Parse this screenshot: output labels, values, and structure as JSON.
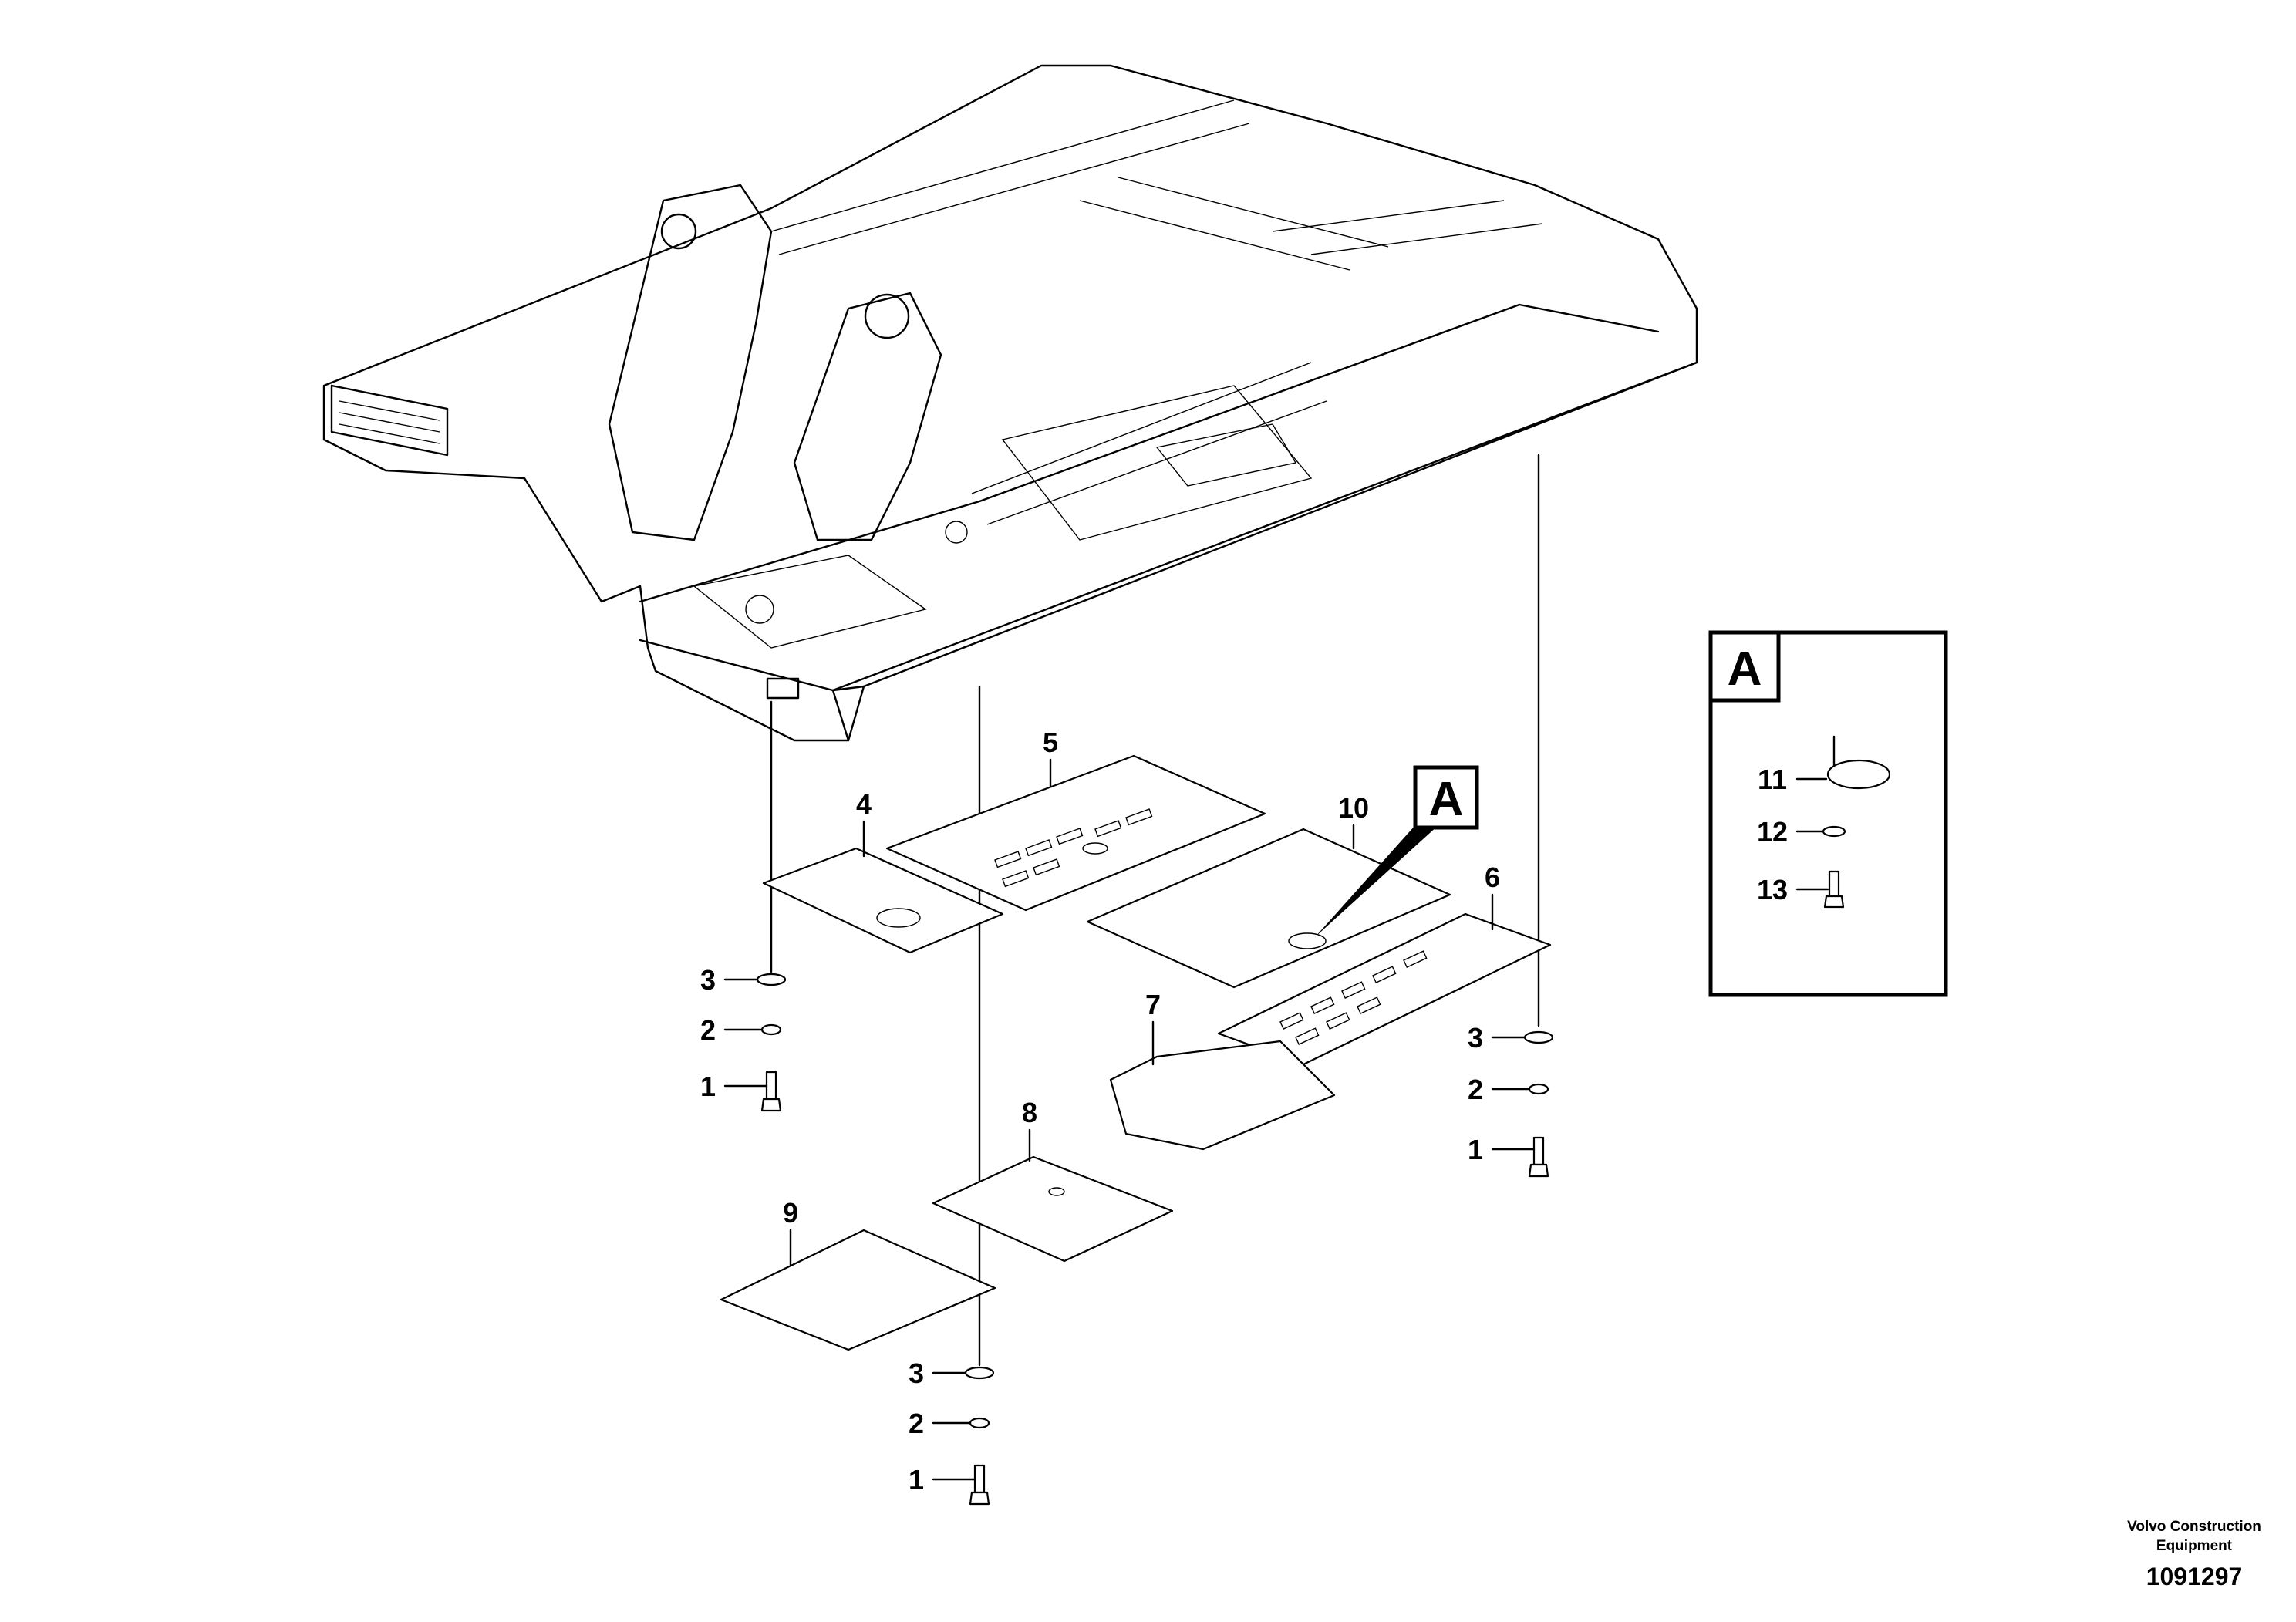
{
  "callouts": {
    "c1a": "1",
    "c2a": "2",
    "c3a": "3",
    "c1b": "1",
    "c2b": "2",
    "c3b": "3",
    "c1c": "1",
    "c2c": "2",
    "c3c": "3",
    "c4": "4",
    "c5": "5",
    "c6": "6",
    "c7": "7",
    "c8": "8",
    "c9": "9",
    "c10": "10",
    "c11": "11",
    "c12": "12",
    "c13": "13"
  },
  "view_marker": "A",
  "detail_title": "A",
  "footer": {
    "company_line1": "Volvo Construction",
    "company_line2": "Equipment",
    "drawing_number": "1091297"
  }
}
